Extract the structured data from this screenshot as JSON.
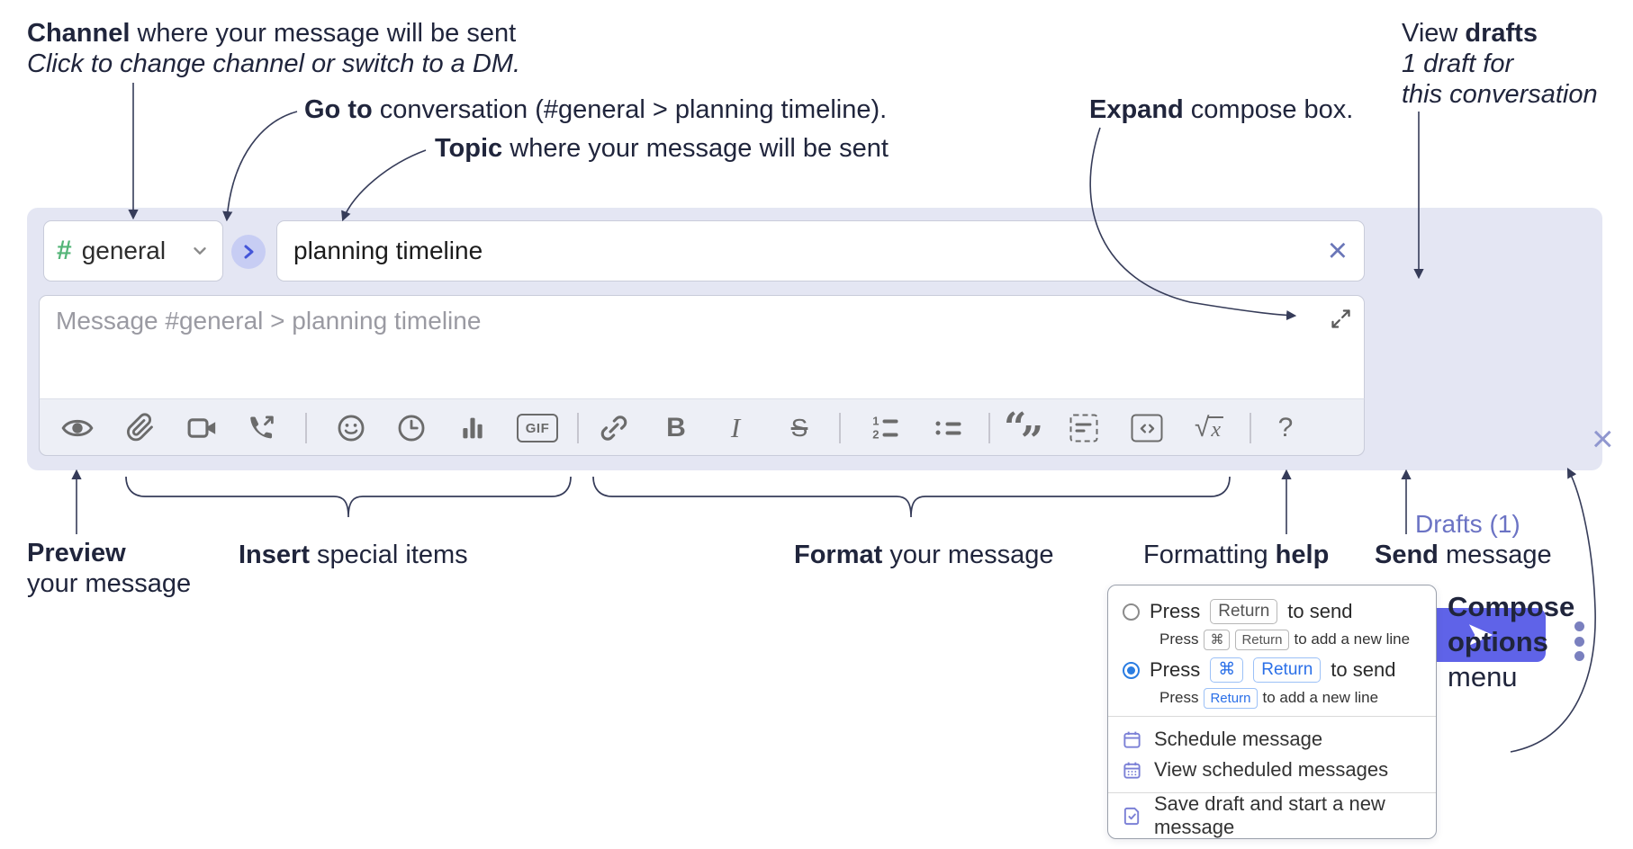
{
  "annotations": {
    "channel_line1_bold": "Channel",
    "channel_line1_rest": " where your message will be sent",
    "channel_line2": "Click to change channel or switch to a DM.",
    "goto_bold": "Go to",
    "goto_rest": " conversation (#general > planning timeline).",
    "topic_bold": "Topic",
    "topic_rest": " where your message will be sent",
    "expand_bold": "Expand",
    "expand_rest": " compose box.",
    "drafts_line1_pre": "View ",
    "drafts_line1_bold": "drafts",
    "drafts_line2": "1 draft for",
    "drafts_line3": "this conversation",
    "preview_bold": "Preview",
    "preview_line2": "your message",
    "insert_bold": "Insert",
    "insert_rest": " special items",
    "format_bold": "Format",
    "format_rest": " your message",
    "help_pre": "Formatting ",
    "help_bold": "help",
    "send_bold": "Send",
    "send_rest": " message",
    "compose_line1": "Compose",
    "compose_line2": "options",
    "compose_line3": "menu"
  },
  "compose": {
    "hash": "#",
    "channel_name": "general",
    "topic_value": "planning timeline",
    "clear_topic_x": "×",
    "close_x": "×",
    "message_placeholder": "Message #general > planning timeline",
    "drafts_label": "Drafts (1)",
    "colors": {
      "container": "#e4e6f3",
      "send_button": "#5f63e8",
      "hash_green": "#54b578",
      "drafts_link": "#6b73c4"
    }
  },
  "toolbar": {
    "icon_names": [
      "preview-eye",
      "attach-file",
      "video-call",
      "voice-call",
      "emoji",
      "global-time",
      "poll",
      "gif",
      "link",
      "bold",
      "italic",
      "strikethrough",
      "numbered-list",
      "bulleted-list",
      "quote",
      "spoiler",
      "code",
      "math",
      "help"
    ],
    "gif": "GIF",
    "bold": "B",
    "italic": "I",
    "strike": "S",
    "num1": "1",
    "num2": "2",
    "quote_open": "“",
    "quote_close": "”",
    "math_root": "√",
    "math_var": "x",
    "help": "?"
  },
  "popup": {
    "option1": {
      "pre": "Press",
      "key": "Return",
      "post": "to send",
      "sub_pre": "Press",
      "sub_key1": "⌘",
      "sub_key2": "Return",
      "sub_post": "to add a new line"
    },
    "option2": {
      "pre": "Press",
      "key1": "⌘",
      "key2": "Return",
      "post": "to send",
      "sub_pre": "Press",
      "sub_key": "Return",
      "sub_post": "to add a new line"
    },
    "items": [
      {
        "icon": "calendar-icon",
        "label": "Schedule message"
      },
      {
        "icon": "calendar-grid-icon",
        "label": "View scheduled messages"
      },
      {
        "icon": "document-check-icon",
        "label": "Save draft and start a new message"
      }
    ]
  }
}
